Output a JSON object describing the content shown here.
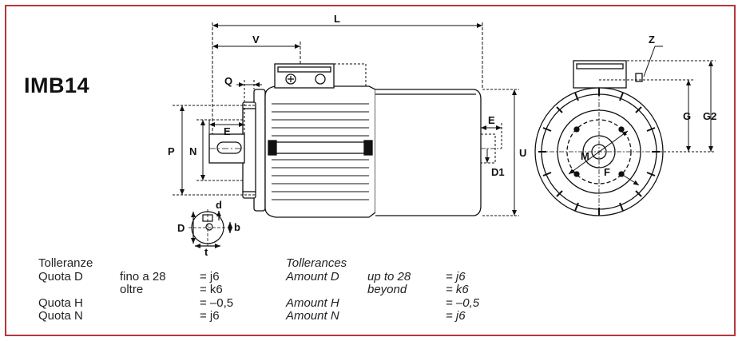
{
  "title": "IMB14",
  "dimensions": {
    "L": "L",
    "V": "V",
    "Q": "Q",
    "E": "E",
    "P": "P",
    "N": "N",
    "U": "U",
    "D1": "D1",
    "Z": "Z",
    "G": "G",
    "G2": "G2",
    "M": "M",
    "F": "F",
    "d": "d",
    "D": "D",
    "b": "b",
    "t": "t"
  },
  "tolerances_it": {
    "heading": "Tolleranze",
    "rows": [
      {
        "label": "Quota D",
        "cond": "fino a 28",
        "value": "= j6"
      },
      {
        "label": "",
        "cond": "oltre",
        "value": "= k6"
      },
      {
        "label": "Quota H",
        "cond": "",
        "value": "= –0,5"
      },
      {
        "label": "Quota N",
        "cond": "",
        "value": "= j6"
      }
    ]
  },
  "tolerances_en": {
    "heading": "Tollerances",
    "rows": [
      {
        "label": "Amount D",
        "cond": "up to 28",
        "value": "= j6"
      },
      {
        "label": "",
        "cond": "beyond",
        "value": "= k6"
      },
      {
        "label": "Amount H",
        "cond": "",
        "value": "= –0,5"
      },
      {
        "label": "Amount N",
        "cond": "",
        "value": "= j6"
      }
    ]
  }
}
